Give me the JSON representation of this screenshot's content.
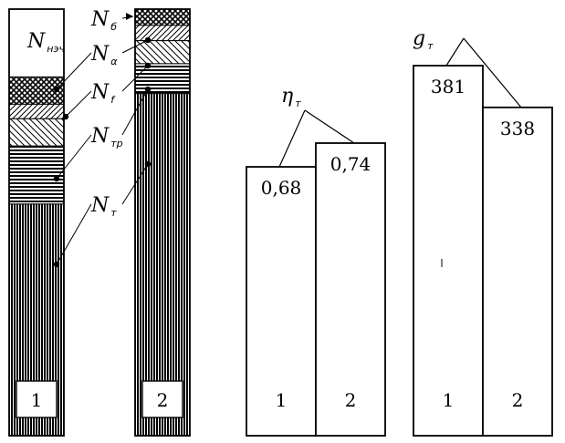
{
  "chart_data": [
    {
      "type": "bar",
      "stacked": true,
      "categories": [
        "1",
        "2"
      ],
      "series": [
        {
          "name": "Nнэч",
          "values": [
            0.159,
            0.0
          ]
        },
        {
          "name": "Nб",
          "values": [
            0.064,
            0.038
          ]
        },
        {
          "name": "Nα",
          "values": [
            0.034,
            0.036
          ]
        },
        {
          "name": "Nf",
          "values": [
            0.064,
            0.054
          ]
        },
        {
          "name": "Nтр",
          "values": [
            0.136,
            0.07
          ]
        },
        {
          "name": "Nт",
          "values": [
            0.543,
            0.802
          ]
        }
      ],
      "labels": {
        "N": "N",
        "n_nech_sub": "нэч",
        "n_b_sub": "б",
        "n_a_sub": "α",
        "n_f_sub": "f",
        "n_tr_sub": "тр",
        "n_t_sub": "т"
      },
      "bar_labels": [
        "1",
        "2"
      ]
    },
    {
      "type": "bar",
      "categories": [
        "1",
        "2"
      ],
      "values": [
        0.68,
        0.74
      ],
      "value_labels": [
        "0,68",
        "0,74"
      ],
      "symbol": "η",
      "symbol_sub": "т"
    },
    {
      "type": "bar",
      "categories": [
        "1",
        "2"
      ],
      "values": [
        381,
        338
      ],
      "value_labels": [
        "381",
        "338"
      ],
      "symbol": "g",
      "symbol_sub": "т"
    }
  ],
  "colors": {
    "ink": "#000000",
    "paper": "#ffffff"
  }
}
